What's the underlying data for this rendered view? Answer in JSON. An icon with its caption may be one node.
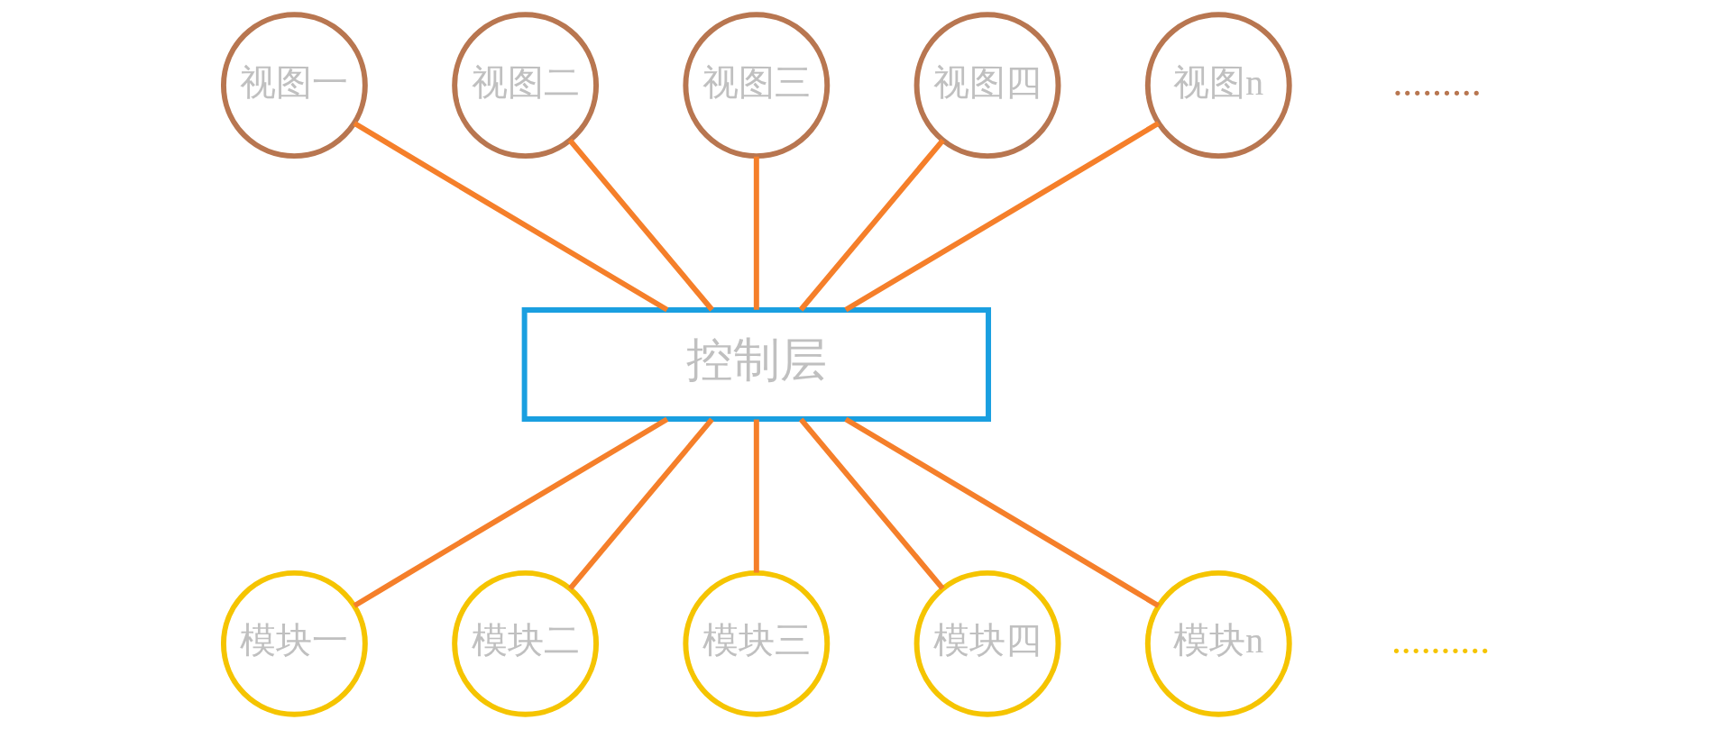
{
  "diagram": {
    "nodes": [
      {
        "text": [
          "视图一"
        ]
      },
      {
        "text": [
          "视图二"
        ]
      },
      {
        "text": [
          "视图三"
        ]
      },
      {
        "text": [
          "视图四"
        ]
      },
      {
        "text": [
          "视图n"
        ]
      },
      {
        "text": [
          "控制层"
        ]
      },
      {
        "text": [
          "模块一"
        ]
      },
      {
        "text": [
          "模块二"
        ]
      },
      {
        "text": [
          "模块三"
        ]
      },
      {
        "text": [
          "模块四"
        ]
      },
      {
        "text": [
          "模块n"
        ]
      }
    ],
    "edges": [
      {
        "from": 0,
        "to": 5,
        "arrow": "none"
      },
      {
        "from": 1,
        "to": 5,
        "arrow": "none"
      },
      {
        "from": 2,
        "to": 5,
        "arrow": "none"
      },
      {
        "from": 3,
        "to": 5,
        "arrow": "none"
      },
      {
        "from": 4,
        "to": 5,
        "arrow": "none"
      },
      {
        "from": 5,
        "to": 6,
        "arrow": "none"
      },
      {
        "from": 5,
        "to": 7,
        "arrow": "none"
      },
      {
        "from": 5,
        "to": 8,
        "arrow": "none"
      },
      {
        "from": 5,
        "to": 9,
        "arrow": "none"
      },
      {
        "from": 5,
        "to": 10,
        "arrow": "none"
      }
    ],
    "labels": [
      ".........",
      ".........."
    ]
  }
}
